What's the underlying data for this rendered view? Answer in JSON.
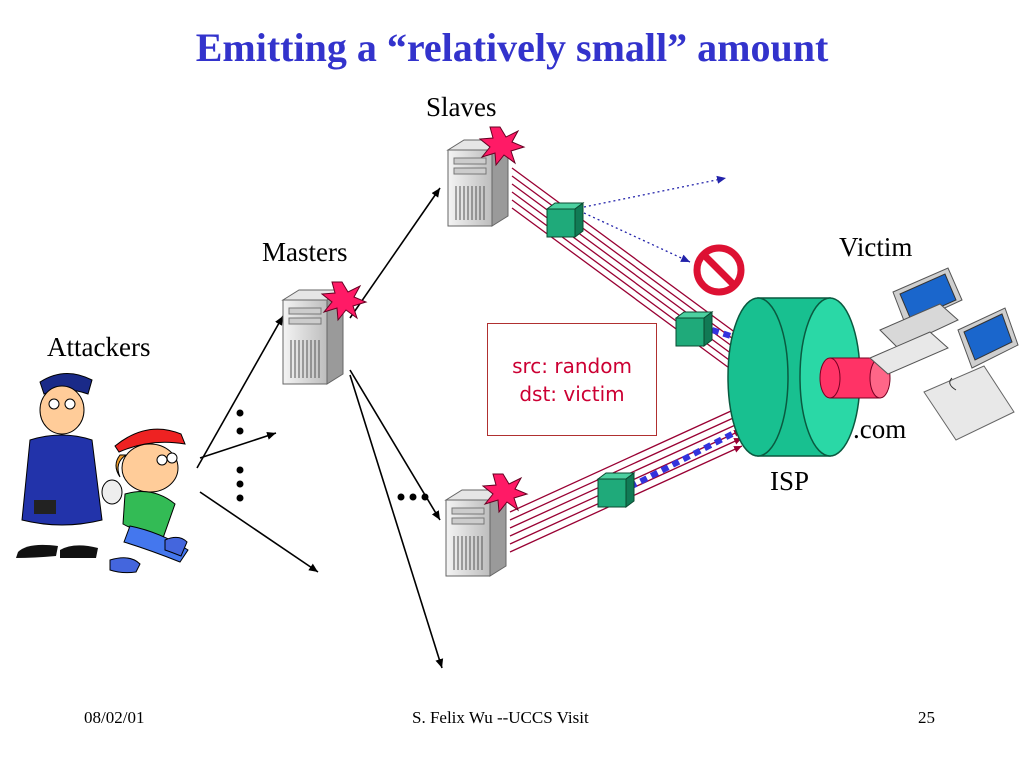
{
  "slide": {
    "title": "Emitting a “relatively small” amount",
    "labels": {
      "slaves": "Slaves",
      "masters": "Masters",
      "attackers": "Attackers",
      "victim": "Victim",
      "isp": "ISP",
      "dotcom": ".com"
    },
    "packet": {
      "src": "src: random",
      "dst": "dst: victim"
    },
    "footer": {
      "date": "08/02/01",
      "center": "S. Felix Wu --UCCS Visit",
      "page": "25"
    }
  },
  "colors": {
    "title": "#3333cc",
    "flow_lines": "#990033",
    "filter_box": "#1faa7a",
    "isp": "#18c090",
    "pipe": "#ff3366",
    "attack_dots": "#3333dd",
    "no_sign": "#dd1133"
  },
  "icons": [
    "server-icon",
    "explosion-icon",
    "filter-box-icon",
    "no-entry-icon",
    "isp-cylinder-icon",
    "pipe-icon",
    "computer-icon",
    "attackers-cartoon-icon"
  ]
}
